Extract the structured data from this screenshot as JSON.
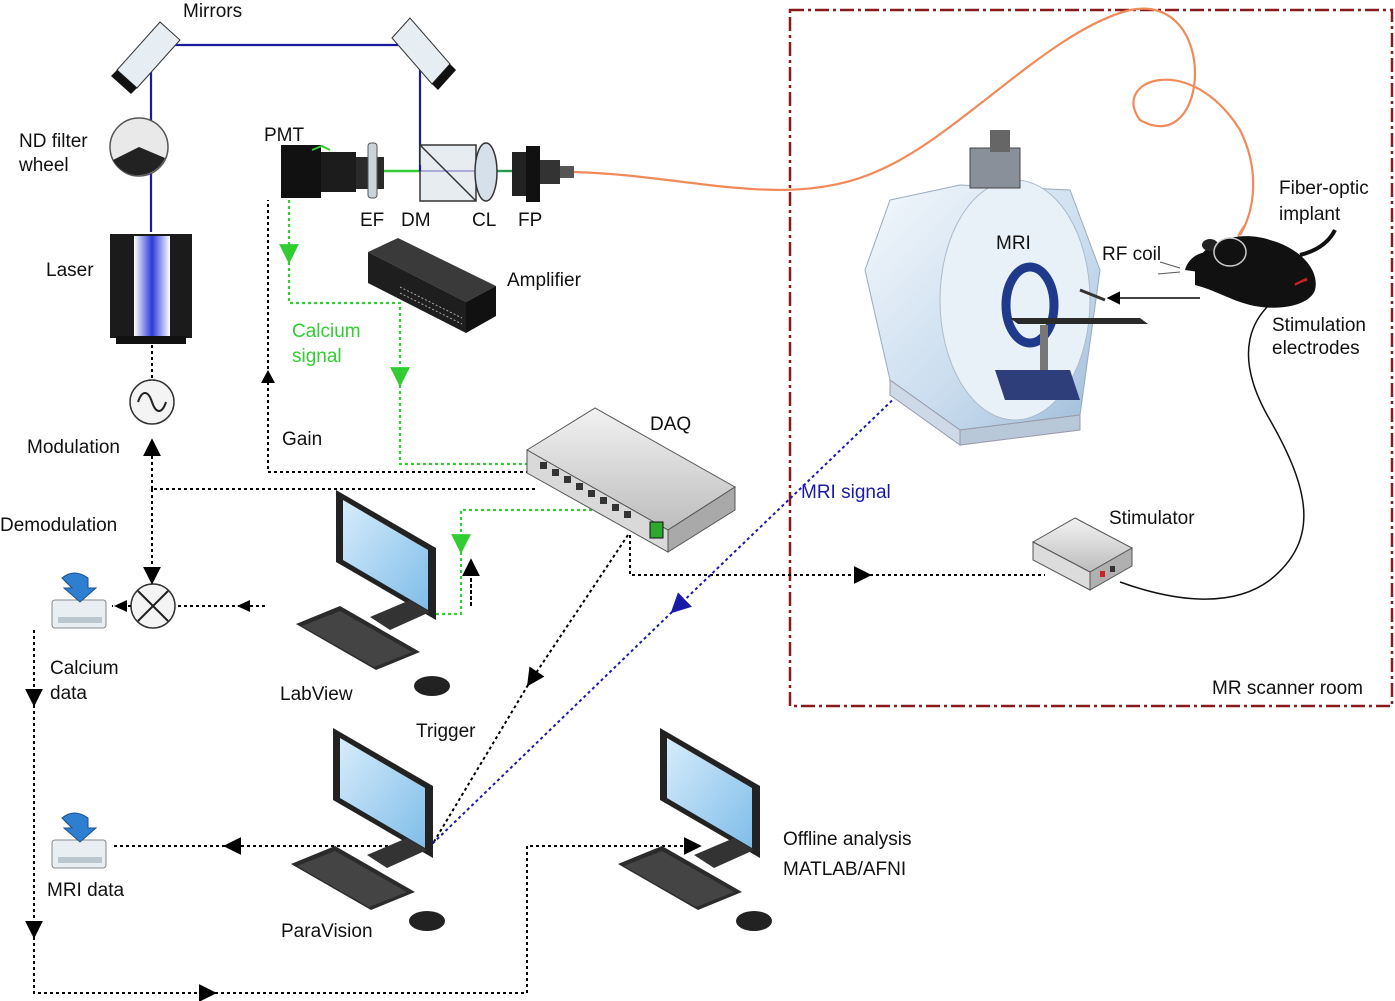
{
  "labels": {
    "mirrors": "Mirrors",
    "nd_filter_1": "ND filter",
    "nd_filter_2": "wheel",
    "laser": "Laser",
    "pmt": "PMT",
    "ef": "EF",
    "dm": "DM",
    "cl": "CL",
    "fp": "FP",
    "amplifier": "Amplifier",
    "calcium_signal_1": "Calcium",
    "calcium_signal_2": "signal",
    "modulation": "Modulation",
    "gain": "Gain",
    "daq": "DAQ",
    "demodulation": "Demodulation",
    "calcium_data_1": "Calcium",
    "calcium_data_2": "data",
    "labview": "LabView",
    "trigger": "Trigger",
    "mri_data": "MRI data",
    "paravision": "ParaVision",
    "offline_1": "Offline analysis",
    "offline_2": "MATLAB/AFNI",
    "mri": "MRI",
    "rf_coil": "RF coil",
    "fiber_1": "Fiber-optic",
    "fiber_2": "implant",
    "stim_el_1": "Stimulation",
    "stim_el_2": "electrodes",
    "mri_signal": "MRI signal",
    "stimulator": "Stimulator",
    "scanner_room": "MR scanner room"
  },
  "colors": {
    "laser_beam": "#1a1a9e",
    "fluorescence": "#33cc33",
    "fiber": "#f08a5a",
    "mri_signal": "#1a1aa8",
    "scanner_room_border": "#8b1a1a",
    "monitor_screen": "#9ed0f5",
    "mri_body": "#dce9f5"
  }
}
